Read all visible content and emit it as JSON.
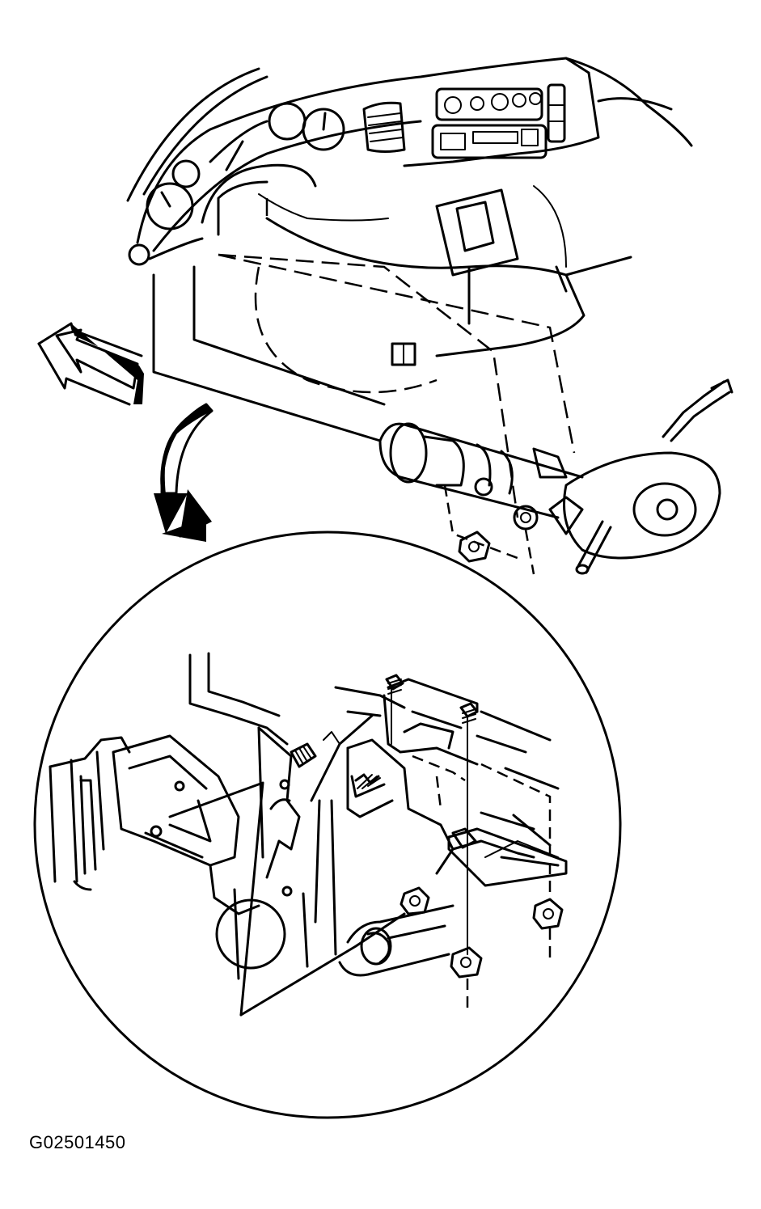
{
  "figure": {
    "code": "G02501450"
  },
  "icons": {
    "direction_arrow": "hollow-arrow-left",
    "zoom_arrow": "curved-arrow-down",
    "detail_circle": "magnified-detail-view"
  }
}
